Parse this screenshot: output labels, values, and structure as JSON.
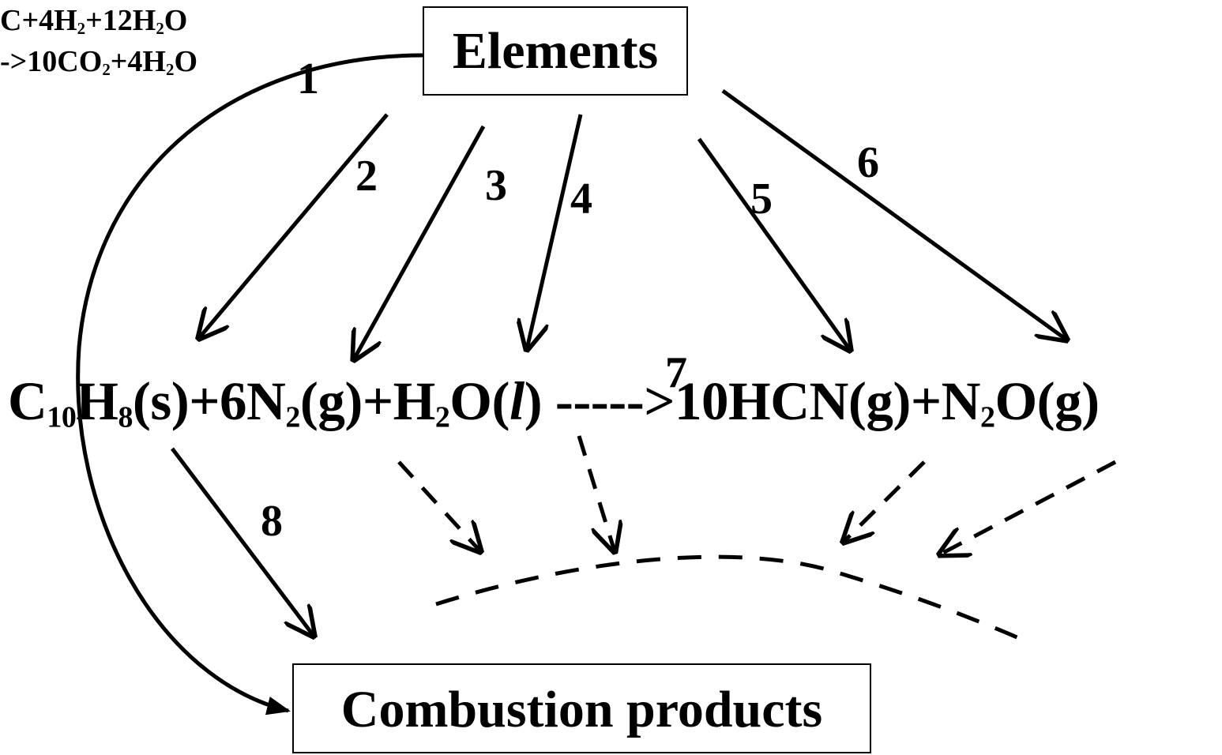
{
  "nodes": {
    "elements": "Elements",
    "combustion_products": "Combustion products"
  },
  "top_left_reaction": {
    "line1": {
      "p1": "C+4H",
      "s1": "2",
      "p2": "+12H",
      "s2": "2",
      "p3": "O"
    },
    "line2": {
      "p1": "->10CO",
      "s1": "2",
      "p2": "+4H",
      "s2": "2",
      "p3": "O"
    }
  },
  "main_reaction": {
    "r1": "C",
    "r1_sub": "10",
    "r2": "H",
    "r2_sub": "8",
    "r3": "(s)+6N",
    "r3_sub": "2",
    "r4": "(g)+H",
    "r4_sub": "2",
    "r5": "O(",
    "r5_italic": "l",
    "r6": ") ",
    "arrow": "----->10HCN(g)+N",
    "arrow_sub": "2",
    "tail": "O(g)"
  },
  "paths": [
    "1",
    "2",
    "3",
    "4",
    "5",
    "6",
    "7",
    "8"
  ],
  "colors": {
    "stroke": "#000000",
    "background": "#ffffff"
  }
}
